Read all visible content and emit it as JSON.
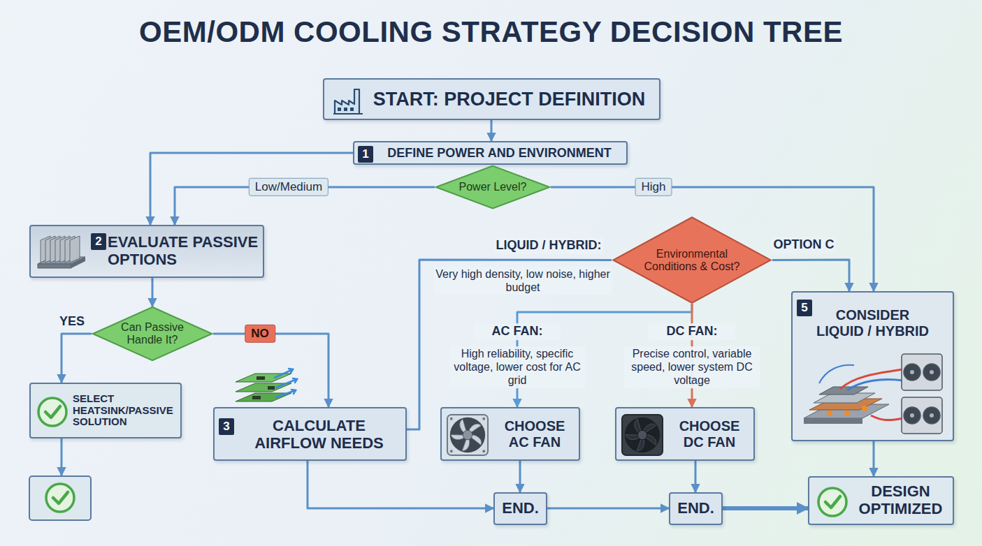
{
  "diagram": {
    "title": "OEM/ODM COOLING STRATEGY DECISION TREE",
    "nodes": [
      {
        "text": [
          "START: PROJECT DEFINITION"
        ]
      },
      {
        "text": [
          "1",
          "DEFINE POWER AND ENVIRONMENT"
        ]
      },
      {
        "text": [
          "Power Level?"
        ]
      },
      {
        "text": [
          "2",
          "EVALUATE PASSIVE OPTIONS"
        ]
      },
      {
        "text": [
          "Environmental Conditions & Cost?"
        ]
      },
      {
        "text": [
          "5",
          "CONSIDER LIQUID / HYBRID"
        ]
      },
      {
        "text": [
          "Can Passive Handle It?"
        ]
      },
      {
        "text": [
          "SELECT HEATSINK/PASSIVE SOLUTION"
        ]
      },
      {
        "text": [
          "3",
          "CALCULATE AIRFLOW NEEDS"
        ]
      },
      {
        "text": [
          "CHOOSE AC FAN"
        ]
      },
      {
        "text": [
          "CHOOSE DC FAN"
        ]
      },
      {
        "text": [
          "END."
        ]
      },
      {
        "text": [
          "END."
        ]
      },
      {
        "text": [
          "DESIGN OPTIMIZED"
        ]
      }
    ],
    "edges": [
      {
        "from": 0,
        "to": 1,
        "arrow": "to"
      },
      {
        "from": 1,
        "to": 3,
        "arrow": "to"
      },
      {
        "from": 2,
        "to": 3,
        "label": "Low/Medium",
        "arrow": "to"
      },
      {
        "from": 2,
        "to": 5,
        "label": "High",
        "arrow": "to"
      },
      {
        "from": 3,
        "to": 6,
        "arrow": "to"
      },
      {
        "from": 6,
        "to": 7,
        "label": "YES",
        "arrow": "to"
      },
      {
        "from": 6,
        "to": 8,
        "label": "NO",
        "arrow": "to"
      },
      {
        "from": 8,
        "to": 4,
        "label": "LIQUID / HYBRID:",
        "arrow": "none"
      },
      {
        "from": 4,
        "to": 9,
        "arrow": "to"
      },
      {
        "from": 4,
        "to": 10,
        "arrow": "to"
      },
      {
        "from": 4,
        "to": 5,
        "label": "OPTION C",
        "arrow": "to"
      },
      {
        "from": 8,
        "to": 11,
        "arrow": "to"
      },
      {
        "from": 9,
        "to": 11,
        "arrow": "to"
      },
      {
        "from": 11,
        "to": 12,
        "arrow": "to"
      },
      {
        "from": 10,
        "to": 12,
        "arrow": "to"
      },
      {
        "from": 12,
        "to": 13,
        "arrow": "to"
      },
      {
        "from": 5,
        "to": 13,
        "arrow": "to"
      }
    ],
    "labels": [
      "Very high density, low noise, higher budget",
      "AC FAN:",
      "High reliability, specific voltage, lower cost for AC grid",
      "DC FAN:",
      "Precise control, variable speed, lower system DC voltage"
    ]
  }
}
